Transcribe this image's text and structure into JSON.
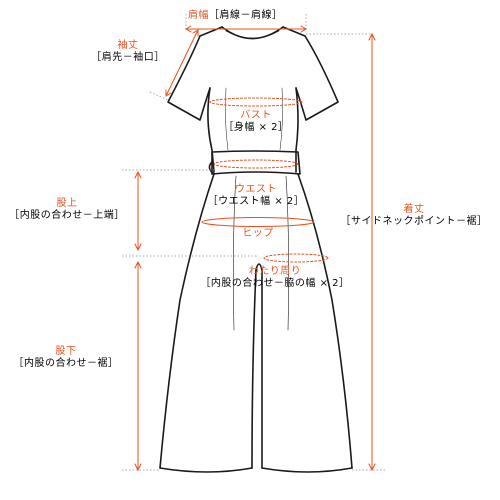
{
  "colors": {
    "accent": "#e8501e",
    "line": "#1a1a1a",
    "guide": "#8a8a8a"
  },
  "labels": {
    "shoulder_width": {
      "title": "肩幅",
      "desc": "［肩線－肩線］"
    },
    "sleeve_length": {
      "title": "袖丈",
      "desc": "［肩先－袖口］"
    },
    "bust": {
      "title": "バスト",
      "desc": "［身幅 × 2］"
    },
    "waist": {
      "title": "ウエスト",
      "desc": "［ウエスト幅 × 2］"
    },
    "hip": {
      "title": "ヒップ"
    },
    "rise": {
      "title": "股上",
      "desc": "［内股の合わせ－上端］"
    },
    "length": {
      "title": "着丈",
      "desc": "［サイドネックポイント－裾］"
    },
    "thigh": {
      "title": "わたり周り",
      "desc": "［内股の合わせ－脇の幅 × 2］"
    },
    "inseam": {
      "title": "股下",
      "desc": "［内股の合わせ－裾］"
    }
  }
}
